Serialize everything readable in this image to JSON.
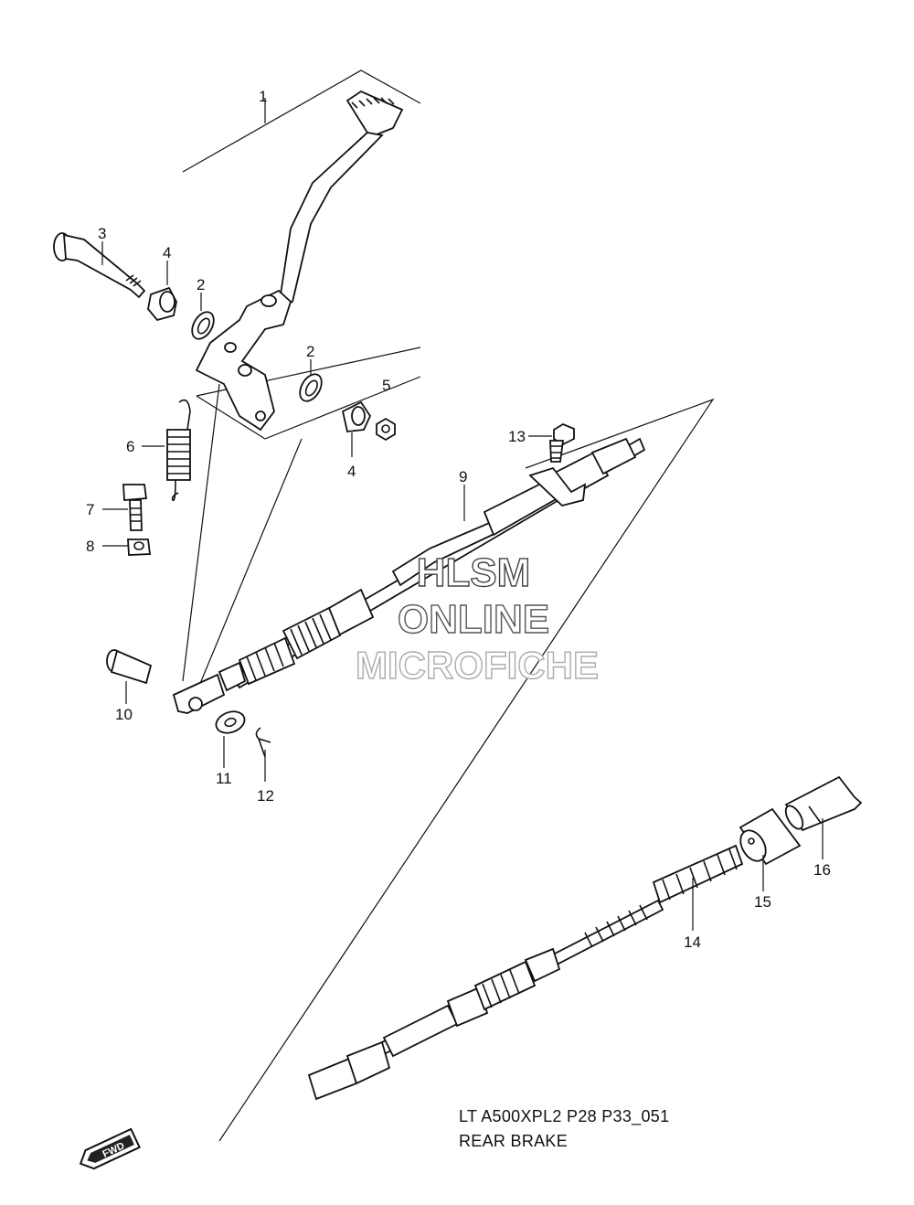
{
  "callouts": {
    "c1": "1",
    "c2a": "2",
    "c2b": "2",
    "c3": "3",
    "c4a": "4",
    "c4b": "4",
    "c5": "5",
    "c6": "6",
    "c7": "7",
    "c8": "8",
    "c9": "9",
    "c10": "10",
    "c11": "11",
    "c12": "12",
    "c13": "13",
    "c14": "14",
    "c15": "15",
    "c16": "16"
  },
  "watermark": {
    "line1": "HLSM",
    "line2": "ONLINE",
    "line3": "MICROFICHE"
  },
  "footer": {
    "code": "LT A500XPL2 P28 P33_051",
    "title": "REAR BRAKE"
  },
  "fwd_badge": "FWD",
  "colors": {
    "line": "#111111",
    "watermark_outline": "#555555",
    "background": "#ffffff"
  }
}
